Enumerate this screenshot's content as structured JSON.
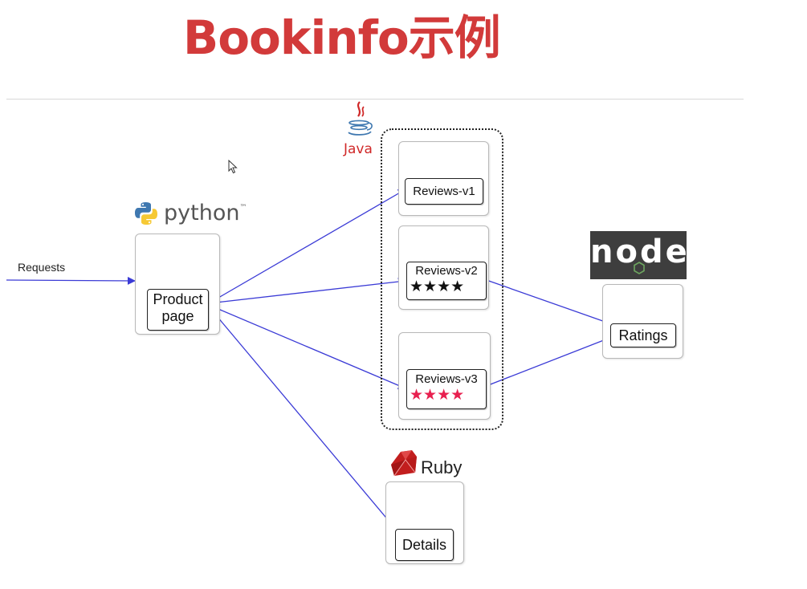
{
  "title": "Bookinfo示例",
  "requests_label": "Requests",
  "logos": {
    "python": "python",
    "python_tm": "™",
    "java": "Java",
    "ruby": "Ruby",
    "node": "node"
  },
  "services": {
    "productpage": {
      "line1": "Product",
      "line2": "page"
    },
    "reviews_v1": {
      "label": "Reviews-v1"
    },
    "reviews_v2": {
      "label": "Reviews-v2",
      "stars": "★★★★",
      "star_color": "#111111"
    },
    "reviews_v3": {
      "label": "Reviews-v3",
      "stars": "★★★★",
      "star_color": "#e8204f"
    },
    "ratings": {
      "label": "Ratings"
    },
    "details": {
      "label": "Details"
    }
  },
  "colors": {
    "title": "#d23a3a",
    "arrow": "#3b3bd6",
    "java": "#d02828",
    "ruby": "#c21e1e",
    "python_blue": "#3f78b0",
    "python_yellow": "#f6c935",
    "node_bg": "#3e3e3e",
    "node_accent": "#6da55f"
  }
}
